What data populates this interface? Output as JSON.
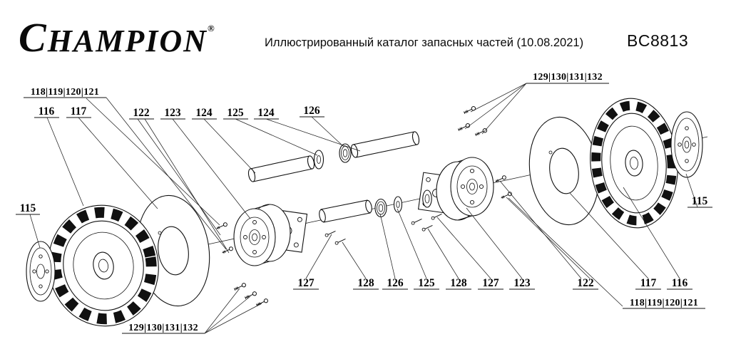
{
  "header": {
    "logo_text": "CHAMPION",
    "logo_reg": "®",
    "subtitle": "Иллюстрированный каталог запасных частей (10.08.2021)",
    "model": "BC8813"
  },
  "diagram": {
    "labels": [
      {
        "text": "118|119|120|121"
      },
      {
        "text": "116"
      },
      {
        "text": "117"
      },
      {
        "text": "122"
      },
      {
        "text": "123"
      },
      {
        "text": "124"
      },
      {
        "text": "125"
      },
      {
        "text": "124"
      },
      {
        "text": "126"
      },
      {
        "text": "129|130|131|132"
      },
      {
        "text": "115"
      },
      {
        "text": "115"
      },
      {
        "text": "127"
      },
      {
        "text": "128"
      },
      {
        "text": "126"
      },
      {
        "text": "125"
      },
      {
        "text": "128"
      },
      {
        "text": "127"
      },
      {
        "text": "123"
      },
      {
        "text": "122"
      },
      {
        "text": "117"
      },
      {
        "text": "116"
      },
      {
        "text": "118|119|120|121"
      },
      {
        "text": "129|130|131|132"
      }
    ]
  }
}
